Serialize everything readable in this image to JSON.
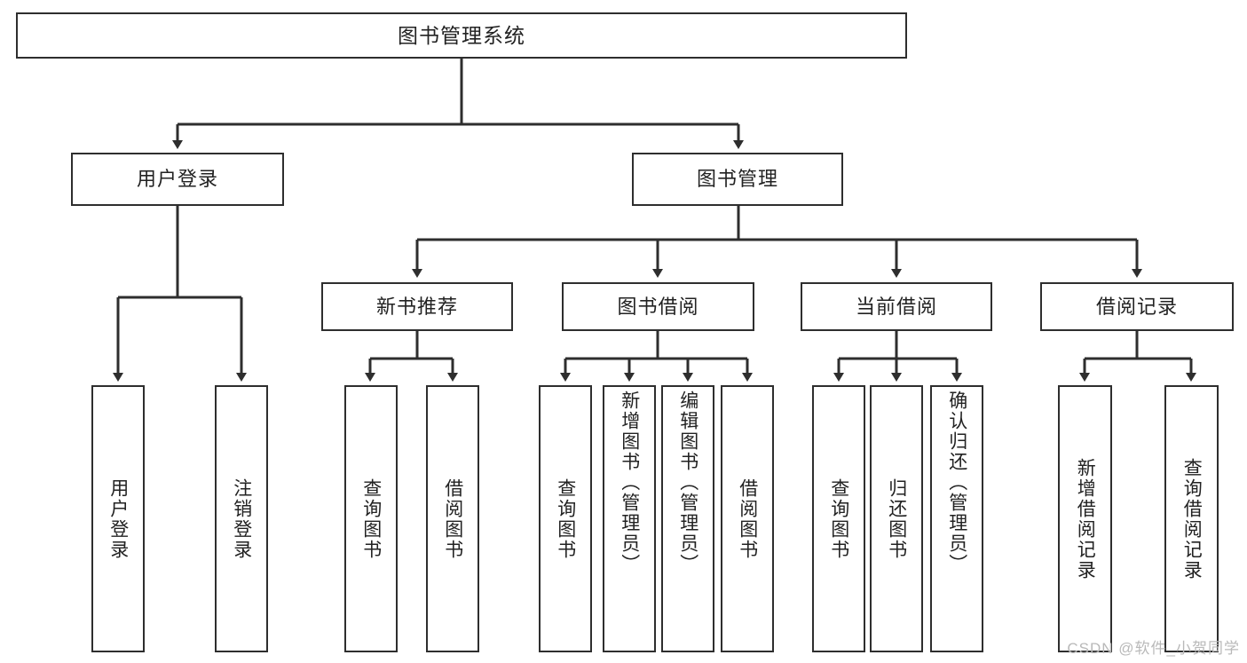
{
  "diagram": {
    "title": "图书管理系统",
    "type": "tree-hierarchy-chart",
    "root": {
      "label": "图书管理系统"
    },
    "level2": [
      {
        "label": "用户登录"
      },
      {
        "label": "图书管理"
      }
    ],
    "level3": [
      {
        "label": "新书推荐"
      },
      {
        "label": "图书借阅"
      },
      {
        "label": "当前借阅"
      },
      {
        "label": "借阅记录"
      }
    ],
    "leaves": {
      "user_login": [
        {
          "label": "用户登录"
        },
        {
          "label": "注销登录"
        }
      ],
      "new_book_recommend": [
        {
          "label": "查询图书"
        },
        {
          "label": "借阅图书"
        }
      ],
      "book_borrow": [
        {
          "label": "查询图书"
        },
        {
          "label": "新增图书（管理员）"
        },
        {
          "label": "编辑图书（管理员）"
        },
        {
          "label": "借阅图书"
        }
      ],
      "current_borrow": [
        {
          "label": "查询图书"
        },
        {
          "label": "归还图书"
        },
        {
          "label": "确认归还（管理员）"
        }
      ],
      "borrow_record": [
        {
          "label": "新增借阅记录"
        },
        {
          "label": "查询借阅记录"
        }
      ]
    }
  },
  "watermark": {
    "text": "CSDN @软件_小贺同学"
  },
  "colors": {
    "stroke": "#2e2e2e",
    "box_fill": "#ffffff",
    "text": "#1b1b1b",
    "watermark": "#b9b9b9",
    "background": "#ffffff"
  }
}
